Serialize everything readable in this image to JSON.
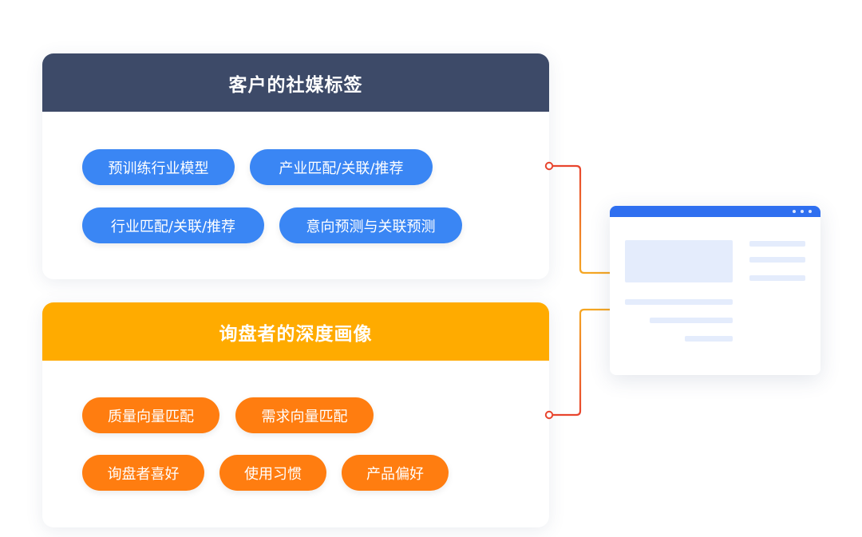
{
  "social_card": {
    "title": "客户的社媒标签",
    "header_color": "#3d4a68",
    "tag_color": "#3a86f4",
    "tags": [
      "预训练行业模型",
      "产业匹配/关联/推荐",
      "行业匹配/关联/推荐",
      "意向预测与关联预测"
    ]
  },
  "buyer_card": {
    "title": "询盘者的深度画像",
    "header_color": "#ffab00",
    "tag_color": "#ff7d10",
    "tags": [
      "质量向量匹配",
      "需求向量匹配",
      "询盘者喜好",
      "使用习惯",
      "产品偏好"
    ]
  },
  "connector_colors": {
    "red": "#e8452e",
    "orange": "#f5a623"
  },
  "window": {
    "bar_color": "#2f6ff0",
    "placeholder_color": "#e4ecfc",
    "icon": "browser-window-icon"
  }
}
